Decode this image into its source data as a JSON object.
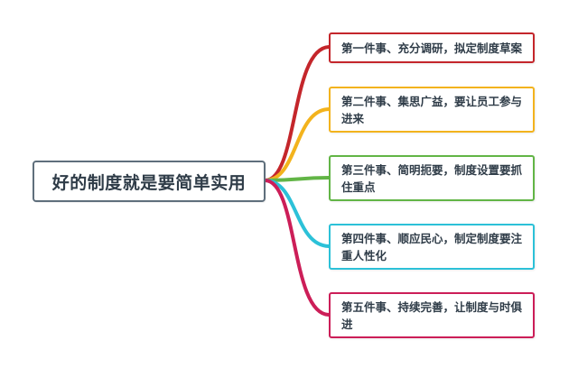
{
  "root": {
    "label": "好的制度就是要简单实用"
  },
  "branches": [
    {
      "label": "第一件事、充分调研，拟定制度草案",
      "color": "#c4262b"
    },
    {
      "label": "第二件事、集思广益，要让员工参与进来",
      "color": "#f3b31d"
    },
    {
      "label": "第三件事、简明扼要，制度设置要抓住重点",
      "color": "#62b546"
    },
    {
      "label": "第四件事、顺应民心，制定制度要注重人性化",
      "color": "#2cc1d8"
    },
    {
      "label": "第五件事、持续完善，让制度与时俱进",
      "color": "#cc1e58"
    }
  ]
}
